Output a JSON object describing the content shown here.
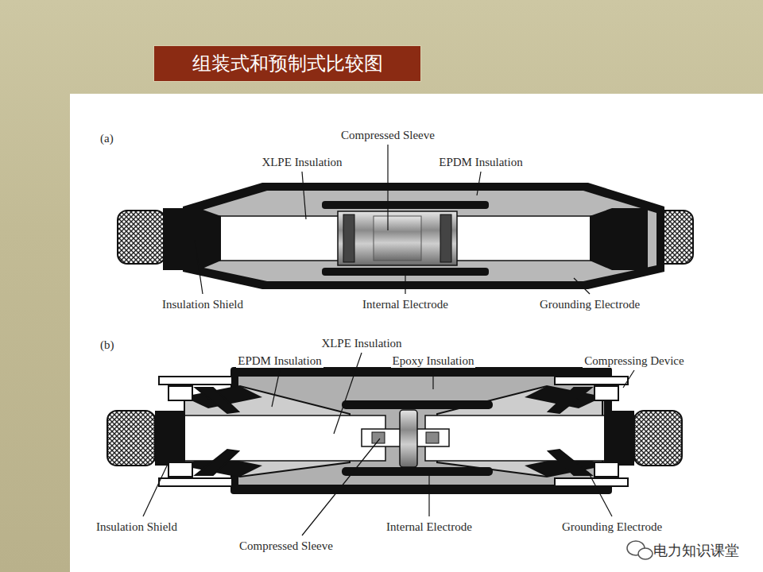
{
  "diagram": {
    "title": "组装式和预制式比较图",
    "labels": [
      "(a)",
      "Compressed Sleeve",
      "XLPE Insulation",
      "EPDM Insulation",
      "Insulation Shield",
      "Internal Electrode",
      "Grounding Electrode",
      "(b)",
      "XLPE Insulation",
      "EPDM Insulation",
      "Epoxy Insulation",
      "Compressing Device",
      "Insulation Shield",
      "Internal Electrode",
      "Grounding Electrode",
      "Compressed Sleeve",
      "电力知识课堂"
    ]
  }
}
